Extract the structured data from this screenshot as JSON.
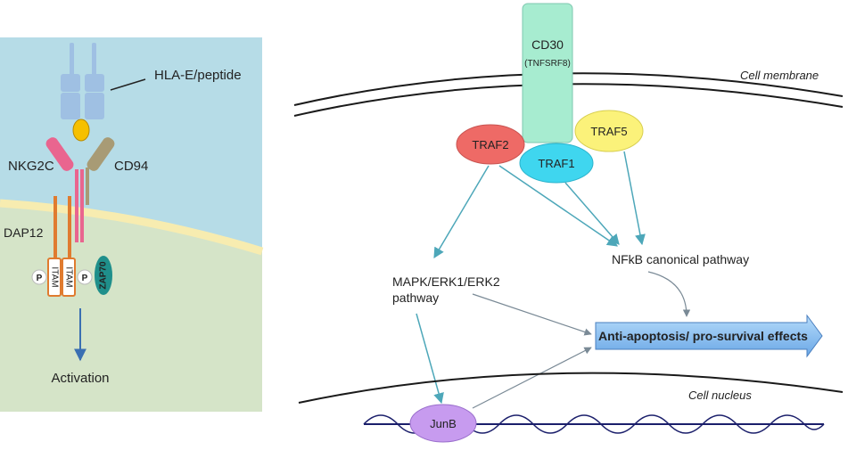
{
  "left_panel": {
    "ligand_label": "HLA-E/peptide",
    "receptor_a": "NKG2C",
    "receptor_b": "CD94",
    "adaptor": "DAP12",
    "itam_1": "ITAM",
    "itam_2": "ITAM",
    "phospho_1": "P",
    "phospho_2": "P",
    "kinase": "ZAP70",
    "outcome": "Activation",
    "colors": {
      "extracellular": "#b6dce7",
      "intracellular": "#d5e4c8",
      "membrane": "#f7ecb0",
      "nkg2c": "#e9658f",
      "cd94": "#a89b75",
      "dap12": "#e07b2f",
      "zap70": "#1f8f8b",
      "hla": "#9fc0e3"
    }
  },
  "right_panel": {
    "receptor": "CD30",
    "receptor_alias": "(TNFSRF8)",
    "membrane_label": "Cell membrane",
    "nucleus_label": "Cell nucleus",
    "traf2": "TRAF2",
    "traf1": "TRAF1",
    "traf5": "TRAF5",
    "nfkb": "NFkB canonical pathway",
    "mapk_line1": "MAPK/ERK1/ERK2",
    "mapk_line2": "pathway",
    "outcome": "Anti-apoptosis/ pro-survival effects",
    "junb": "JunB",
    "colors": {
      "cd30": "#a7ecd0",
      "traf2": "#ee6a66",
      "traf1": "#3fd6ef",
      "traf5": "#fbf27a",
      "junb": "#c79bef",
      "arrow": "#4da7b9",
      "outcome": "#8ec3ef"
    }
  }
}
